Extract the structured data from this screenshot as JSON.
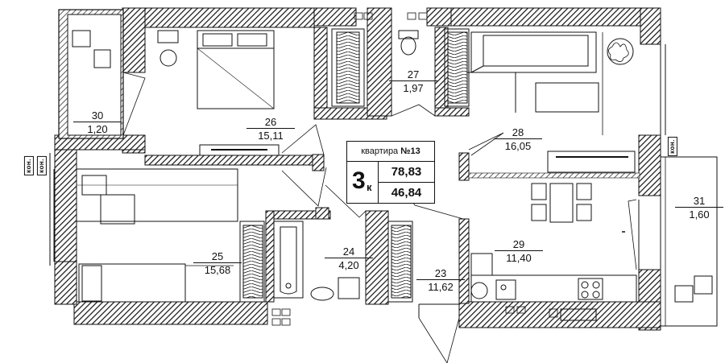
{
  "apartment": {
    "label": "квартира",
    "number": "№13",
    "room_count": "3",
    "room_suffix": "к",
    "total_area": "78,83",
    "living_area": "46,84"
  },
  "rooms": [
    {
      "id": "23",
      "area": "11,62"
    },
    {
      "id": "24",
      "area": "4,20"
    },
    {
      "id": "25",
      "area": "15,68"
    },
    {
      "id": "26",
      "area": "15,11"
    },
    {
      "id": "27",
      "area": "1,97"
    },
    {
      "id": "28",
      "area": "16,05"
    },
    {
      "id": "29",
      "area": "11,40"
    },
    {
      "id": "30",
      "area": "1,20"
    },
    {
      "id": "31",
      "area": "1,60"
    }
  ],
  "conditioner_label": "кон."
}
